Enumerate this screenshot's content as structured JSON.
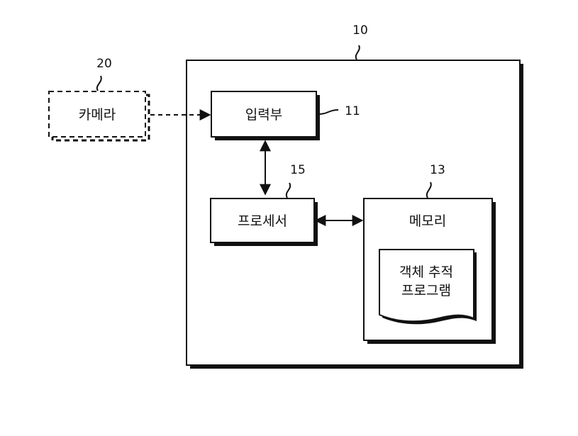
{
  "device": {
    "ref": "10"
  },
  "camera": {
    "ref": "20",
    "label": "카메라"
  },
  "input_unit": {
    "ref": "11",
    "label": "입력부"
  },
  "processor": {
    "ref": "15",
    "label": "프로세서"
  },
  "memory": {
    "ref": "13",
    "label": "메모리"
  },
  "program": {
    "line1": "객체 추적",
    "line2": "프로그램"
  }
}
